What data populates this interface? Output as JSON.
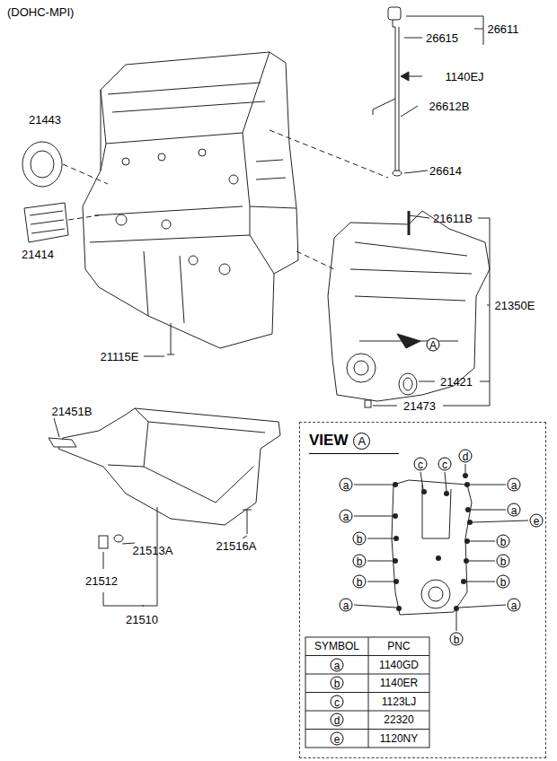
{
  "diagram": {
    "title": "(DOHC-MPI)",
    "nodes": [
      {
        "text": [
          "VIEW",
          "A"
        ]
      }
    ],
    "labels": [
      "26611",
      "26615",
      "1140EJ",
      "26612B",
      "26614",
      "21443",
      "21414",
      "21611B",
      "21350E",
      "A",
      "21421",
      "21473",
      "21115E",
      "21451B",
      "21516A",
      "21513A",
      "21512",
      "21510",
      "a",
      "c",
      "c",
      "d",
      "a",
      "a",
      "a",
      "e",
      "b",
      "b",
      "b",
      "b",
      "b",
      "b",
      "a",
      "a",
      "b",
      "SYMBOL",
      "PNC",
      "a",
      "1140GD",
      "b",
      "1140ER",
      "c",
      "1123LJ",
      "d",
      "22320",
      "e",
      "1120NY"
    ]
  }
}
